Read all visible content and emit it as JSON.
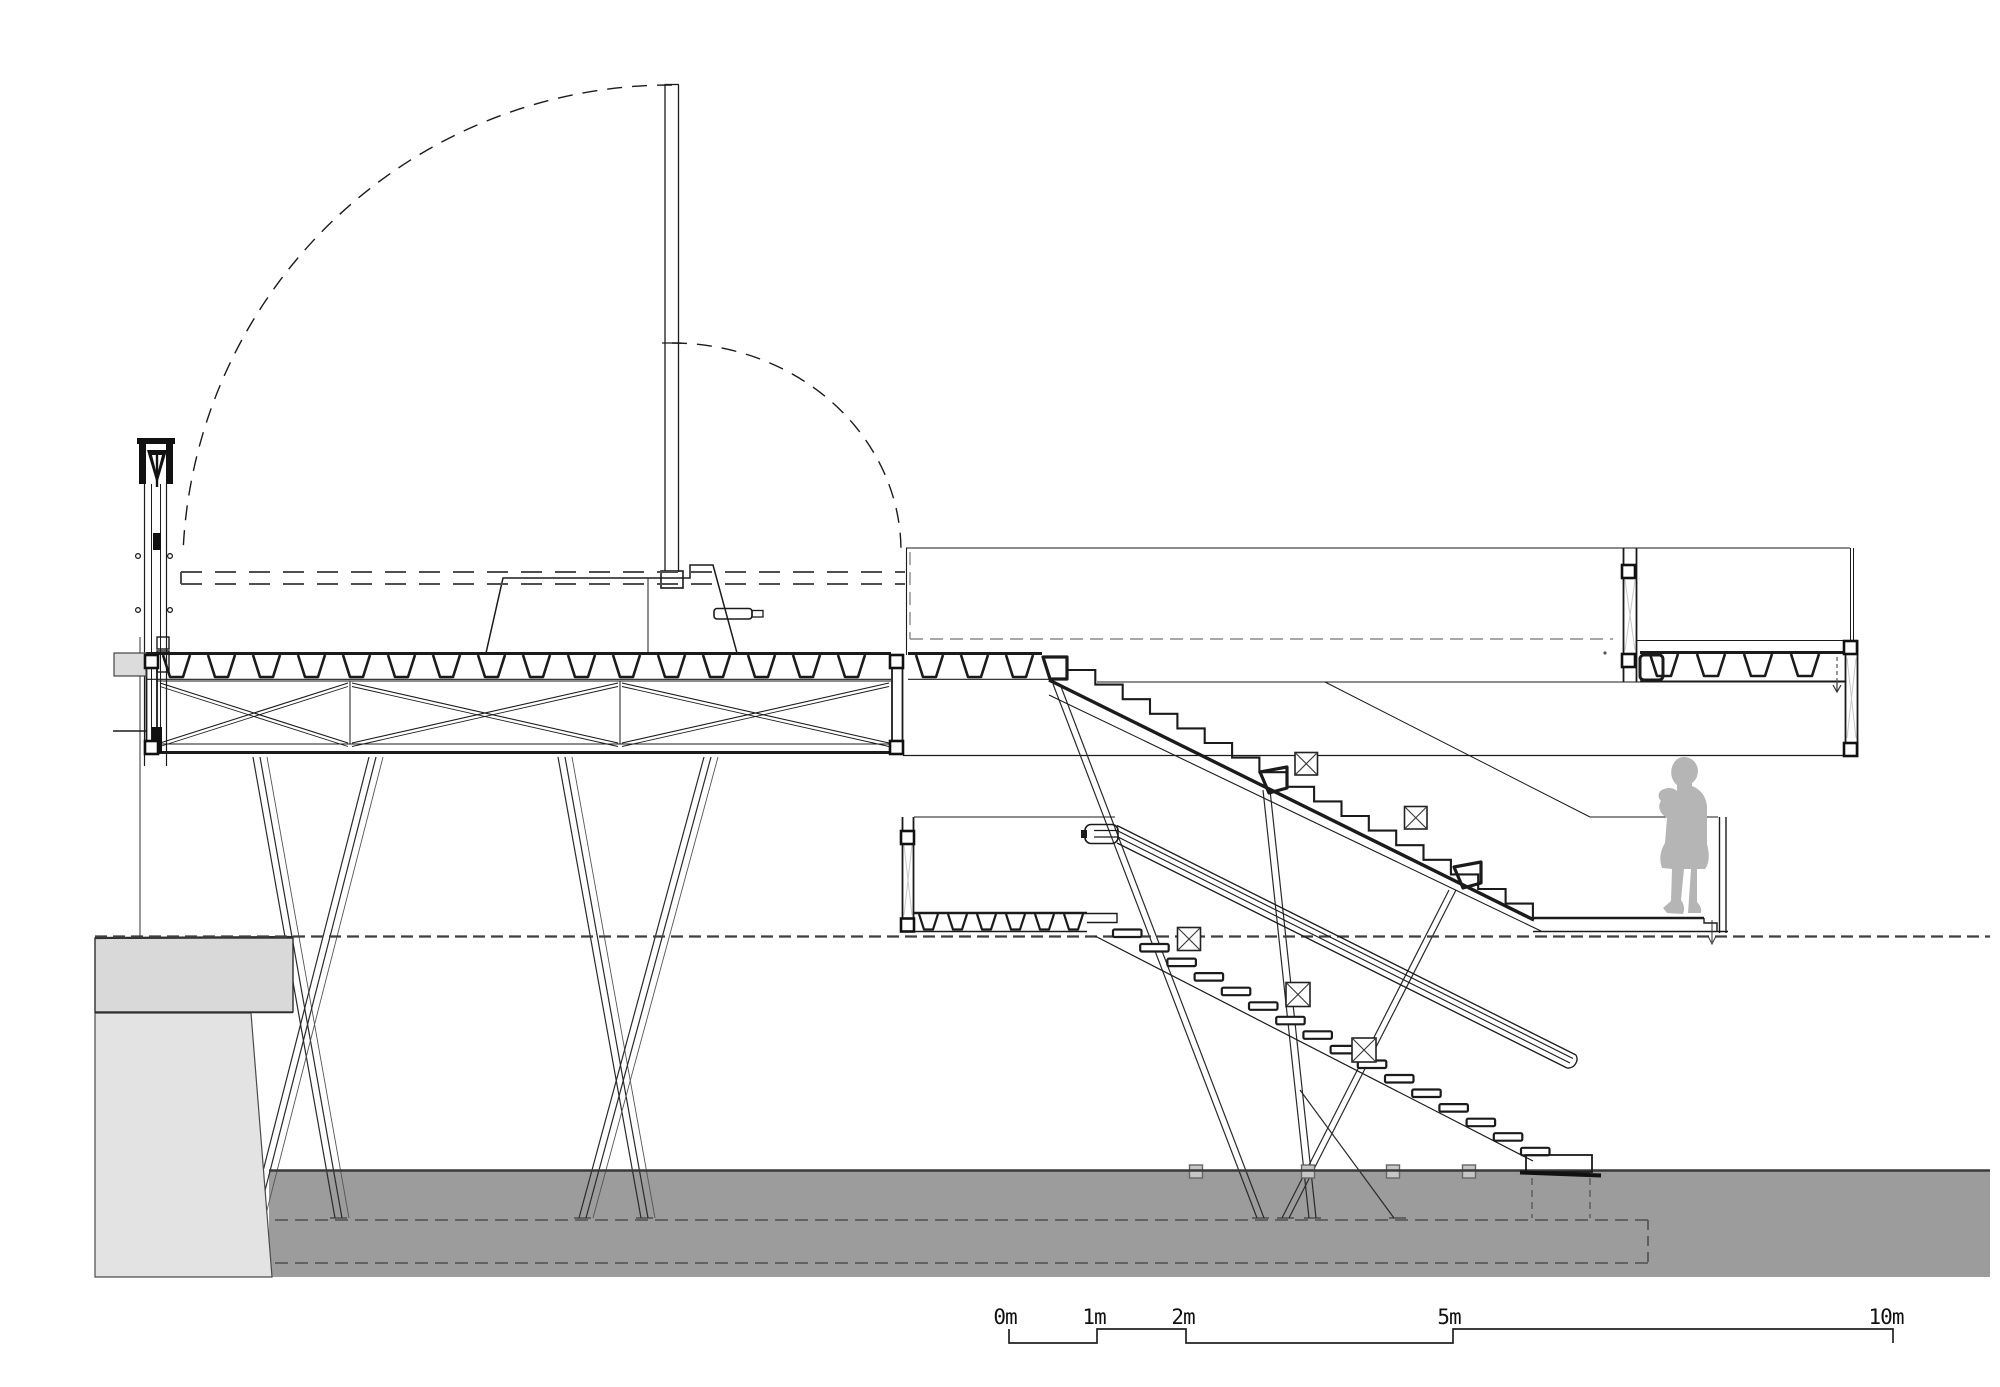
{
  "drawing": {
    "type": "architectural-section",
    "subject": "waterfront pier section: folding mast deck on raking piles, two stair flights to lower pontoon landing, quay wall and dredged ground",
    "units": "m"
  },
  "scale_bar": {
    "unit": "m",
    "labels": [
      "0m",
      "1m",
      "2m",
      "5m",
      "10m"
    ],
    "values": [
      0,
      1,
      2,
      5,
      10
    ]
  },
  "colors": {
    "line": "#1b1b1b",
    "dashed_reference": "#3f3f3f",
    "ground_fill": "#9c9c9c",
    "quay_cap_fill": "#d9d9d9",
    "quay_wall_fill": "#e3e3e3",
    "fender_fill": "#dcdcdc",
    "person_fill": "#b5b5b5",
    "post_xbrace_light": "#c8c8c8",
    "pile_stub_fill": "#c6c6c6"
  },
  "elements": {
    "icons": [
      "navigation-light-icon",
      "section-post-x-marker",
      "down-arrow-icon",
      "person-silhouette"
    ],
    "dashed_references": [
      "mast-swing-arc-large",
      "mast-swing-arc-small",
      "upper-deck-level",
      "walkway-hidden-edge",
      "water-level",
      "dredge-outline",
      "pile-pit-outline"
    ]
  }
}
